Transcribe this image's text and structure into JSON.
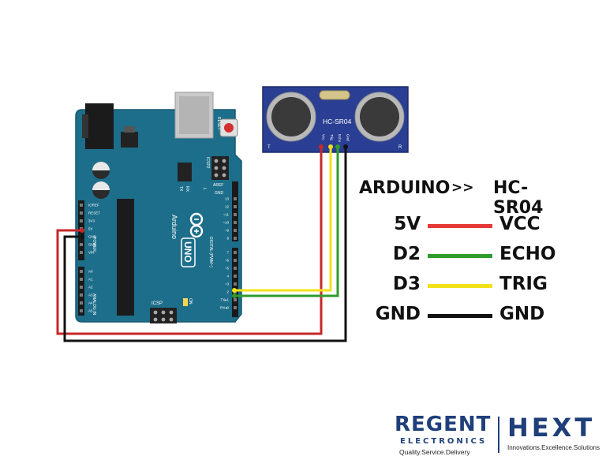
{
  "board": {
    "name_text": "Arduino",
    "model_text": "UNO",
    "reset_text": "RESET",
    "icsp_text": "ICSP",
    "icsp2_text": "ICSP2",
    "tx_text": "TX",
    "rx_text": "RX",
    "on_text": "ON",
    "l_text": "L",
    "aref_text": "AREF",
    "gnd_text": "GND",
    "digital_text": "DIGITAL (PWM~)",
    "power_text": "POWER",
    "analog_text": "ANALOG IN",
    "power_pins": [
      "IOREF",
      "RESET",
      "3V3",
      "5V",
      "GND",
      "GND",
      "VIN"
    ],
    "analog_pins": [
      "A0",
      "A1",
      "A2",
      "A3",
      "A4",
      "A5"
    ],
    "digital_pins": [
      "13",
      "12",
      "~11",
      "~10",
      "~9",
      "8",
      "7",
      "~6",
      "~5",
      "4",
      "~3",
      "2",
      "TX▸1",
      "RX◂0"
    ]
  },
  "sensor": {
    "label": "HC-SR04",
    "t_label": "T",
    "r_label": "R",
    "pins": [
      "Vcc",
      "Trig",
      "Echo",
      "Gnd"
    ]
  },
  "legend": {
    "header_from": "ARDUINO",
    "header_sep": ">>",
    "header_to": "HC-SR04",
    "rows": [
      {
        "from": "5V",
        "to": "VCC",
        "color": "#e53935"
      },
      {
        "from": "D2",
        "to": "ECHO",
        "color": "#2e9c2e"
      },
      {
        "from": "D3",
        "to": "TRIG",
        "color": "#f2e21a"
      },
      {
        "from": "GND",
        "to": "GND",
        "color": "#111111"
      }
    ]
  },
  "colors": {
    "board": "#1d6e8a",
    "sensor": "#2a3f93",
    "wire_red": "#c62828",
    "wire_black": "#111111",
    "wire_yellow": "#f2e21a",
    "wire_green": "#2e9c2e"
  },
  "brand": {
    "regent": "REGENT",
    "electronics": "ELECTRONICS",
    "tagline_left": "Quality.Service.Delivery",
    "hext": "HEXT",
    "tagline_right": "Innovations.Excellence.Solutions"
  }
}
